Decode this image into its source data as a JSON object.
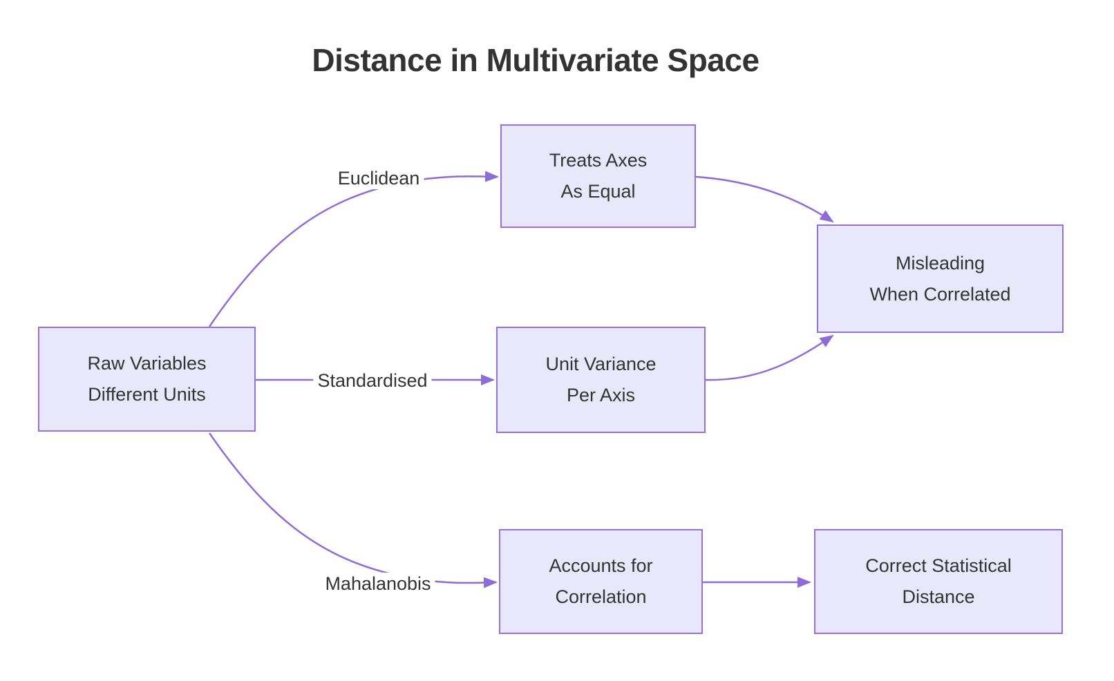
{
  "title": "Distance in Multivariate Space",
  "colors": {
    "background": "#FFFFFF",
    "node_fill": "#E9E8FB",
    "node_border": "#9370DB",
    "edge": "#8E6CD8",
    "label_bg": "#FFFFFF",
    "text": "#333333"
  },
  "nodes": {
    "raw": {
      "lines": [
        "Raw Variables",
        "Different Units"
      ]
    },
    "treats": {
      "lines": [
        "Treats Axes",
        "As Equal"
      ]
    },
    "unit": {
      "lines": [
        "Unit Variance",
        "Per Axis"
      ]
    },
    "misleading": {
      "lines": [
        "Misleading",
        "When Correlated"
      ]
    },
    "accounts": {
      "lines": [
        "Accounts for",
        "Correlation"
      ]
    },
    "correct": {
      "lines": [
        "Correct Statistical",
        "Distance"
      ]
    }
  },
  "edges": [
    {
      "from": "raw",
      "to": "treats",
      "label": "Euclidean"
    },
    {
      "from": "raw",
      "to": "unit",
      "label": "Standardised"
    },
    {
      "from": "raw",
      "to": "accounts",
      "label": "Mahalanobis"
    },
    {
      "from": "treats",
      "to": "misleading",
      "label": ""
    },
    {
      "from": "unit",
      "to": "misleading",
      "label": ""
    },
    {
      "from": "accounts",
      "to": "correct",
      "label": ""
    }
  ]
}
